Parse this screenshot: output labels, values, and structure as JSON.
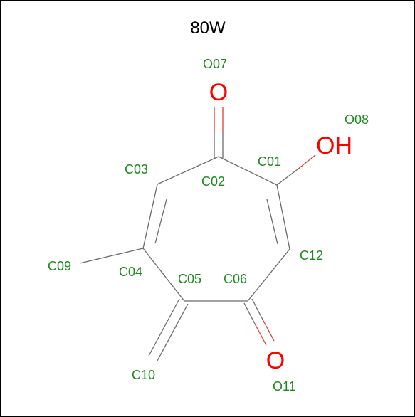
{
  "title": "80W",
  "colors": {
    "label": "#1e8a1e",
    "oxygen": "#ff0000",
    "bond": "#6b6b6b",
    "frame": "#000000"
  },
  "atom_symbols": {
    "o07": "O",
    "o08": "OH",
    "o11": "O"
  },
  "labels": {
    "o07": "O07",
    "o08": "O08",
    "c03": "C03",
    "c01": "C01",
    "c02": "C02",
    "c12": "C12",
    "c09": "C09",
    "c04": "C04",
    "c05": "C05",
    "c06": "C06",
    "c10": "C10",
    "o11": "O11"
  }
}
